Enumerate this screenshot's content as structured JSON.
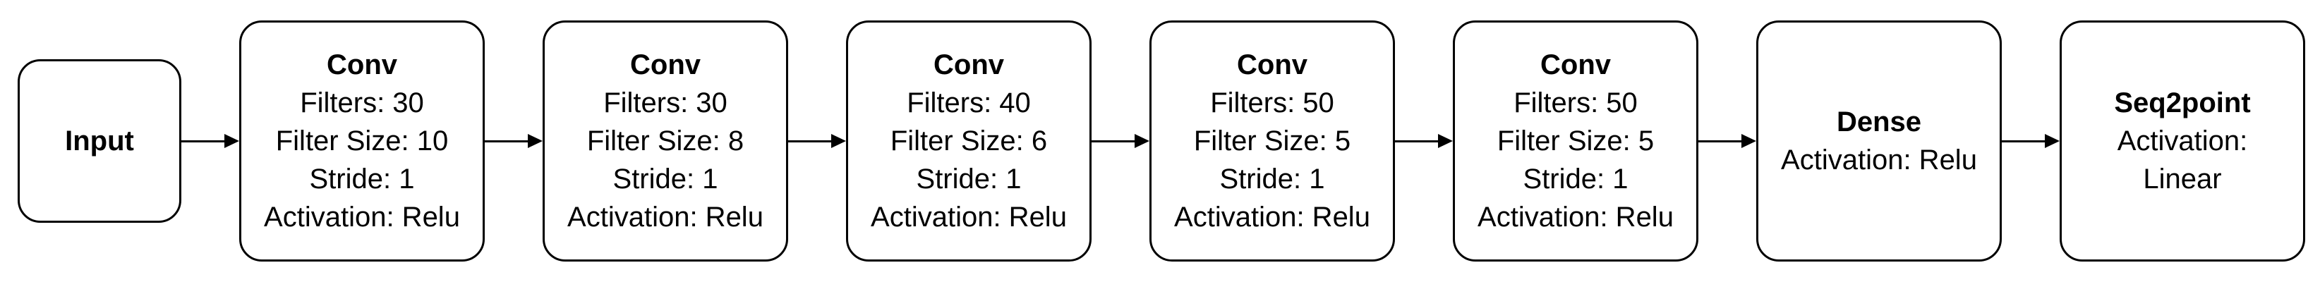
{
  "diagram": {
    "title": "CNN Seq2point architecture flowchart",
    "colors": {
      "background": "#ffffff",
      "node_fill": "#ffffff",
      "node_border": "#000000",
      "text": "#000000",
      "arrow": "#000000"
    },
    "nodes": [
      {
        "id": "input",
        "title": "Input",
        "lines": []
      },
      {
        "id": "conv-1",
        "title": "Conv",
        "lines": [
          "Filters: 30",
          "Filter Size: 10",
          "Stride: 1",
          "Activation: Relu"
        ]
      },
      {
        "id": "conv-2",
        "title": "Conv",
        "lines": [
          "Filters: 30",
          "Filter Size: 8",
          "Stride: 1",
          "Activation: Relu"
        ]
      },
      {
        "id": "conv-3",
        "title": "Conv",
        "lines": [
          "Filters: 40",
          "Filter Size: 6",
          "Stride: 1",
          "Activation: Relu"
        ]
      },
      {
        "id": "conv-4",
        "title": "Conv",
        "lines": [
          "Filters: 50",
          "Filter Size: 5",
          "Stride: 1",
          "Activation: Relu"
        ]
      },
      {
        "id": "conv-5",
        "title": "Conv",
        "lines": [
          "Filters: 50",
          "Filter Size: 5",
          "Stride: 1",
          "Activation: Relu"
        ]
      },
      {
        "id": "dense",
        "title": "Dense",
        "lines": [
          "Activation: Relu"
        ]
      },
      {
        "id": "seq2point",
        "title": "Seq2point",
        "lines": [
          "Activation:",
          "Linear"
        ]
      }
    ],
    "connections": [
      "input->conv-1",
      "conv-1->conv-2",
      "conv-2->conv-3",
      "conv-3->conv-4",
      "conv-4->conv-5",
      "conv-5->dense",
      "dense->seq2point"
    ]
  }
}
